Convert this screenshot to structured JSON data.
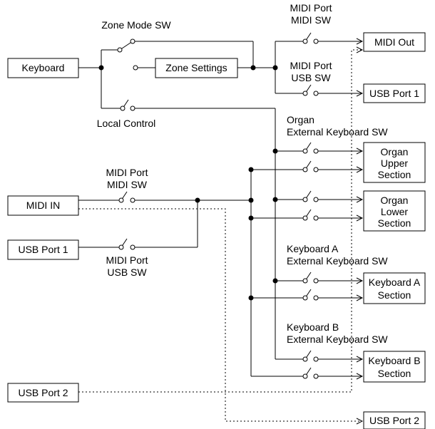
{
  "blocks": {
    "keyboard": "Keyboard",
    "zone_settings": "Zone Settings",
    "midi_out": "MIDI Out",
    "usb_port1_out": "USB Port 1",
    "organ_upper": [
      "Organ",
      "Upper",
      "Section"
    ],
    "organ_lower": [
      "Organ",
      "Lower",
      "Section"
    ],
    "keyboard_a": [
      "Keyboard A",
      "Section"
    ],
    "keyboard_b": [
      "Keyboard B",
      "Section"
    ],
    "midi_in": "MIDI IN",
    "usb_port1_in": "USB Port 1",
    "usb_port2_in": "USB Port 2",
    "usb_port2_out": "USB Port 2"
  },
  "labels": {
    "zone_mode_sw": "Zone Mode SW",
    "local_control": "Local Control",
    "midi_port_midi_sw_top": [
      "MIDI Port",
      "MIDI SW"
    ],
    "midi_port_usb_sw_top": [
      "MIDI Port",
      "USB SW"
    ],
    "organ_ext_sw": [
      "Organ",
      "External Keyboard SW"
    ],
    "midi_port_midi_sw_in": [
      "MIDI Port",
      "MIDI SW"
    ],
    "midi_port_usb_sw_in": [
      "MIDI Port",
      "USB SW"
    ],
    "kbd_a_ext_sw": [
      "Keyboard A",
      "External Keyboard SW"
    ],
    "kbd_b_ext_sw": [
      "Keyboard B",
      "External Keyboard SW"
    ]
  }
}
